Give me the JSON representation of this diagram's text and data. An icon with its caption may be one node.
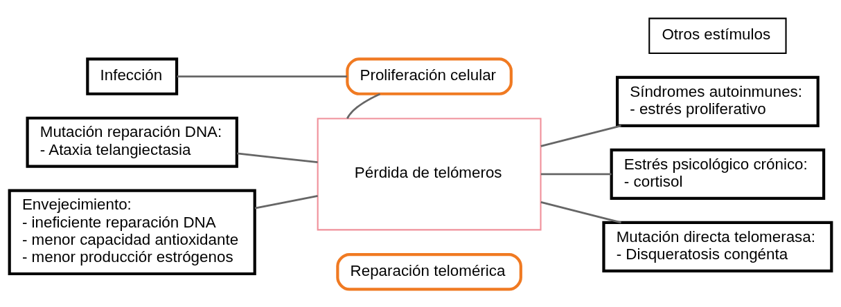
{
  "diagram": {
    "nodes": [
      {
        "text": [
          "Infección"
        ]
      },
      {
        "text": [
          "Otros estímulos"
        ]
      },
      {
        "text": [
          "Proliferación celular"
        ]
      },
      {
        "text": [
          "Mutación reparación DNA:",
          "- Ataxia telangiectasia"
        ]
      },
      {
        "text": [
          "Síndromes autoinmunes:",
          "- estrés proliferativo"
        ]
      },
      {
        "text": [
          "Pérdida de telómeros"
        ]
      },
      {
        "text": [
          "Envejecimiento:",
          "- ineficiente reparación DNA",
          "- menor capacidad antioxidante",
          "- menor producciór estrógenos"
        ]
      },
      {
        "text": [
          "Estrés psicológico crónico:",
          "- cortisol"
        ]
      },
      {
        "text": [
          "Reparación telomérica"
        ]
      },
      {
        "text": [
          "Mutación directa telomerasa:",
          "- Disqueratosis congénta"
        ]
      }
    ],
    "edges": [
      {
        "from": 0,
        "to": 2,
        "arrow": "none"
      },
      {
        "from": 2,
        "to": 5,
        "arrow": "none"
      },
      {
        "from": 3,
        "to": 5,
        "arrow": "none"
      },
      {
        "from": 6,
        "to": 5,
        "arrow": "none"
      },
      {
        "from": 5,
        "to": 4,
        "arrow": "none"
      },
      {
        "from": 5,
        "to": 7,
        "arrow": "none"
      },
      {
        "from": 5,
        "to": 9,
        "arrow": "none"
      }
    ]
  }
}
